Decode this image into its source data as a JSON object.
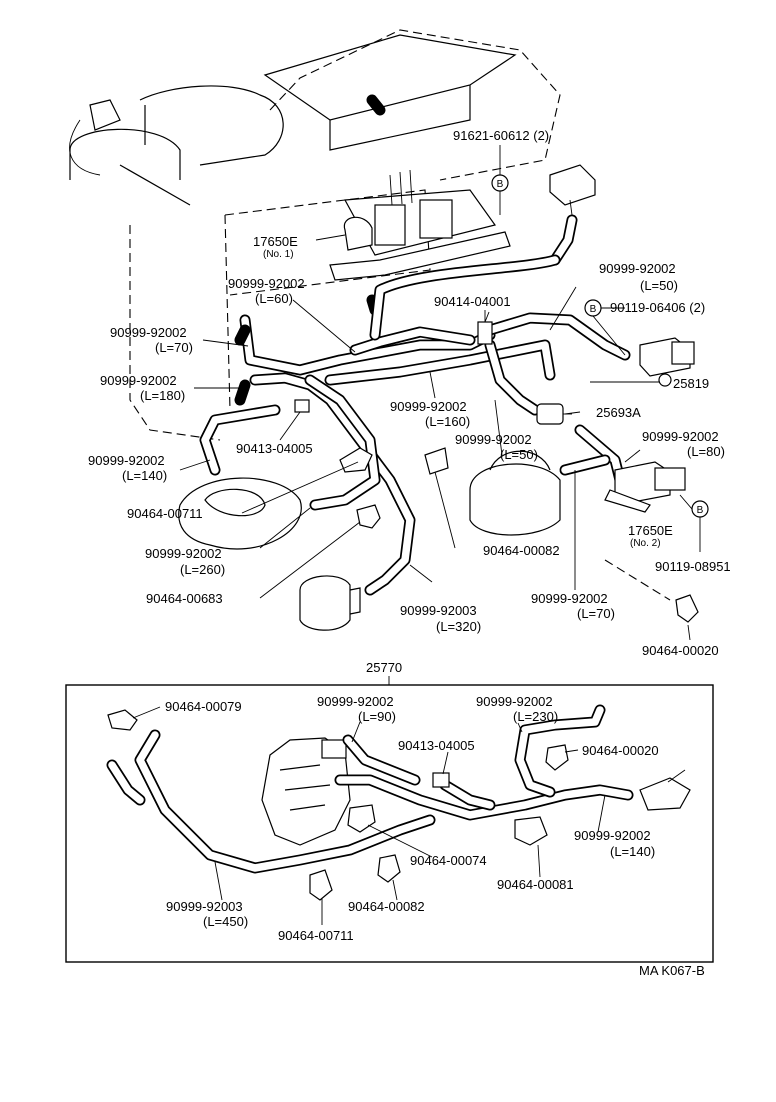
{
  "upper_labels": {
    "p91621": "91621-60612 (2)",
    "p17650e_1": "17650E",
    "p17650e_1_sub": "(No. 1)",
    "h60": "90999-92002",
    "h60_len": "(L=60)",
    "h50": "90999-92002",
    "h50_len": "(L=50)",
    "p90414": "90414-04001",
    "p90119_06406": "90119-06406 (2)",
    "h70a": "90999-92002",
    "h70a_len": "(L=70)",
    "h180": "90999-92002",
    "h180_len": "(L=180)",
    "p25819": "25819",
    "h160": "90999-92002",
    "h160_len": "(L=160)",
    "p25693a": "25693A",
    "p90413": "90413-04005",
    "h50b": "90999-92002",
    "h50b_len": "(L=50)",
    "h80": "90999-92002",
    "h80_len": "(L=80)",
    "h140a": "90999-92002",
    "h140a_len": "(L=140)",
    "p90464_00711": "90464-00711",
    "p17650e_2": "17650E",
    "p17650e_2_sub": "(No. 2)",
    "h260": "90999-92002",
    "h260_len": "(L=260)",
    "p90464_00082a": "90464-00082",
    "p90119_08951": "90119-08951",
    "p90464_00683": "90464-00683",
    "h320": "90999-92003",
    "h320_len": "(L=320)",
    "h70b": "90999-92002",
    "h70b_len": "(L=70)",
    "p90464_00020a": "90464-00020",
    "marker_b": "B"
  },
  "assembly": {
    "number": "25770",
    "p90464_00079": "90464-00079",
    "h90": "90999-92002",
    "h90_len": "(L=90)",
    "h230": "90999-92002",
    "h230_len": "(L=230)",
    "p90413": "90413-04005",
    "p90464_00020": "90464-00020",
    "p90464_00074": "90464-00074",
    "h140": "90999-92002",
    "h140_len": "(L=140)",
    "p90464_00081": "90464-00081",
    "h450": "90999-92003",
    "h450_len": "(L=450)",
    "p90464_00082": "90464-00082",
    "p90464_00711": "90464-00711"
  },
  "footer": {
    "code": "MA K067-B"
  }
}
